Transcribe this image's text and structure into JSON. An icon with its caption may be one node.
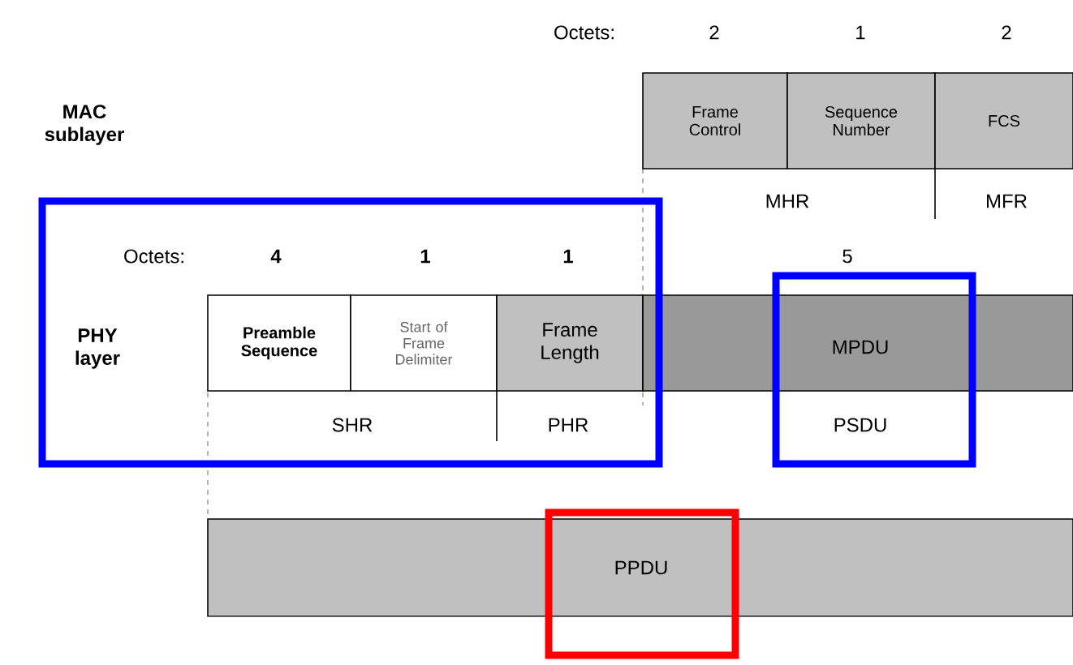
{
  "diagram": {
    "nodes": [
      {
        "text": [
          "Frame Control"
        ]
      },
      {
        "text": [
          "Sequence Number"
        ]
      },
      {
        "text": [
          "FCS"
        ]
      },
      {
        "text": [
          "Preamble Sequence"
        ]
      },
      {
        "text": [
          "Start of Frame Delimiter"
        ]
      },
      {
        "text": [
          "Frame Length"
        ]
      },
      {
        "text": [
          "MPDU"
        ]
      },
      {
        "text": [
          "PPDU"
        ]
      }
    ],
    "edges": [],
    "labels": [
      "Octets:",
      "2",
      "1",
      "2",
      "MAC sublayer",
      "MHR",
      "MFR",
      "Octets:",
      "4",
      "1",
      "1",
      "5",
      "PHY layer",
      "SHR",
      "PHR",
      "PSDU"
    ]
  }
}
